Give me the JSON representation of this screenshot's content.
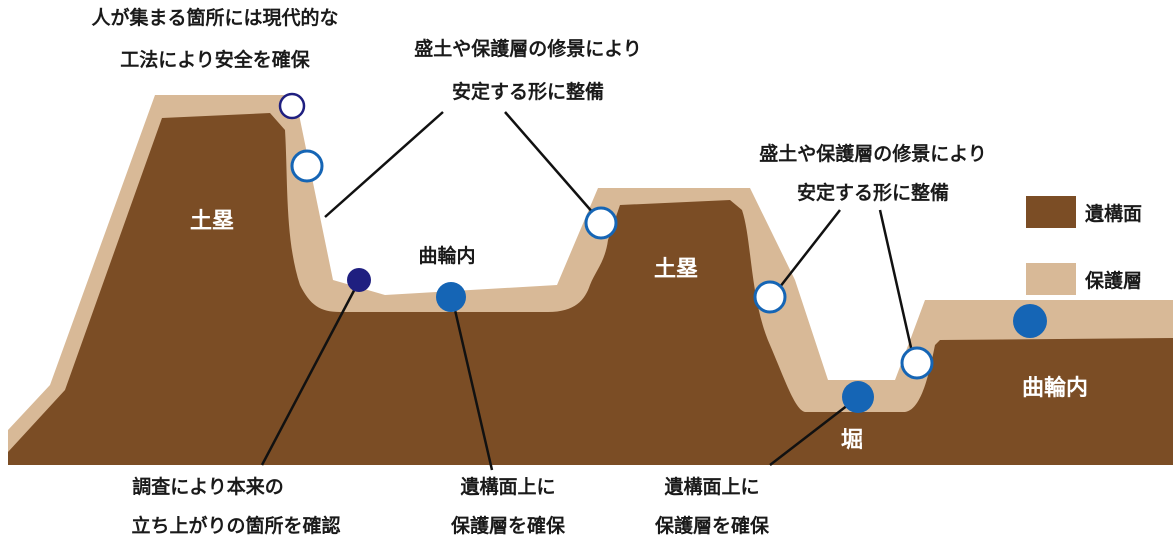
{
  "colors": {
    "remains_surface": "#7b4d25",
    "protective_layer": "#d8b997",
    "marker_blue": "#1565b5",
    "marker_navy": "#1f1f80",
    "marker_outline_fill": "#ffffff",
    "leader_line": "#111111"
  },
  "legend": {
    "remains_surface": "遺構面",
    "protective_layer": "保護層"
  },
  "features": {
    "earthwork_left": "土塁",
    "earthwork_center": "土塁",
    "enclosure_center": "曲輪内",
    "enclosure_right": "曲輪内",
    "moat": "堀"
  },
  "annotations": {
    "modern_method": [
      "人が集まる箇所には現代的な",
      "工法により安全を確保"
    ],
    "restore_upper": [
      "盛土や保護層の修景により",
      "安定する形に整備"
    ],
    "restore_right": [
      "盛土や保護層の修景により",
      "安定する形に整備"
    ],
    "investigation": [
      "調査により本来の",
      "立ち上がりの箇所を確認"
    ],
    "protect_center": [
      "遺構面上に",
      "保護層を確保"
    ],
    "protect_moat": [
      "遺構面上に",
      "保護層を確保"
    ]
  }
}
